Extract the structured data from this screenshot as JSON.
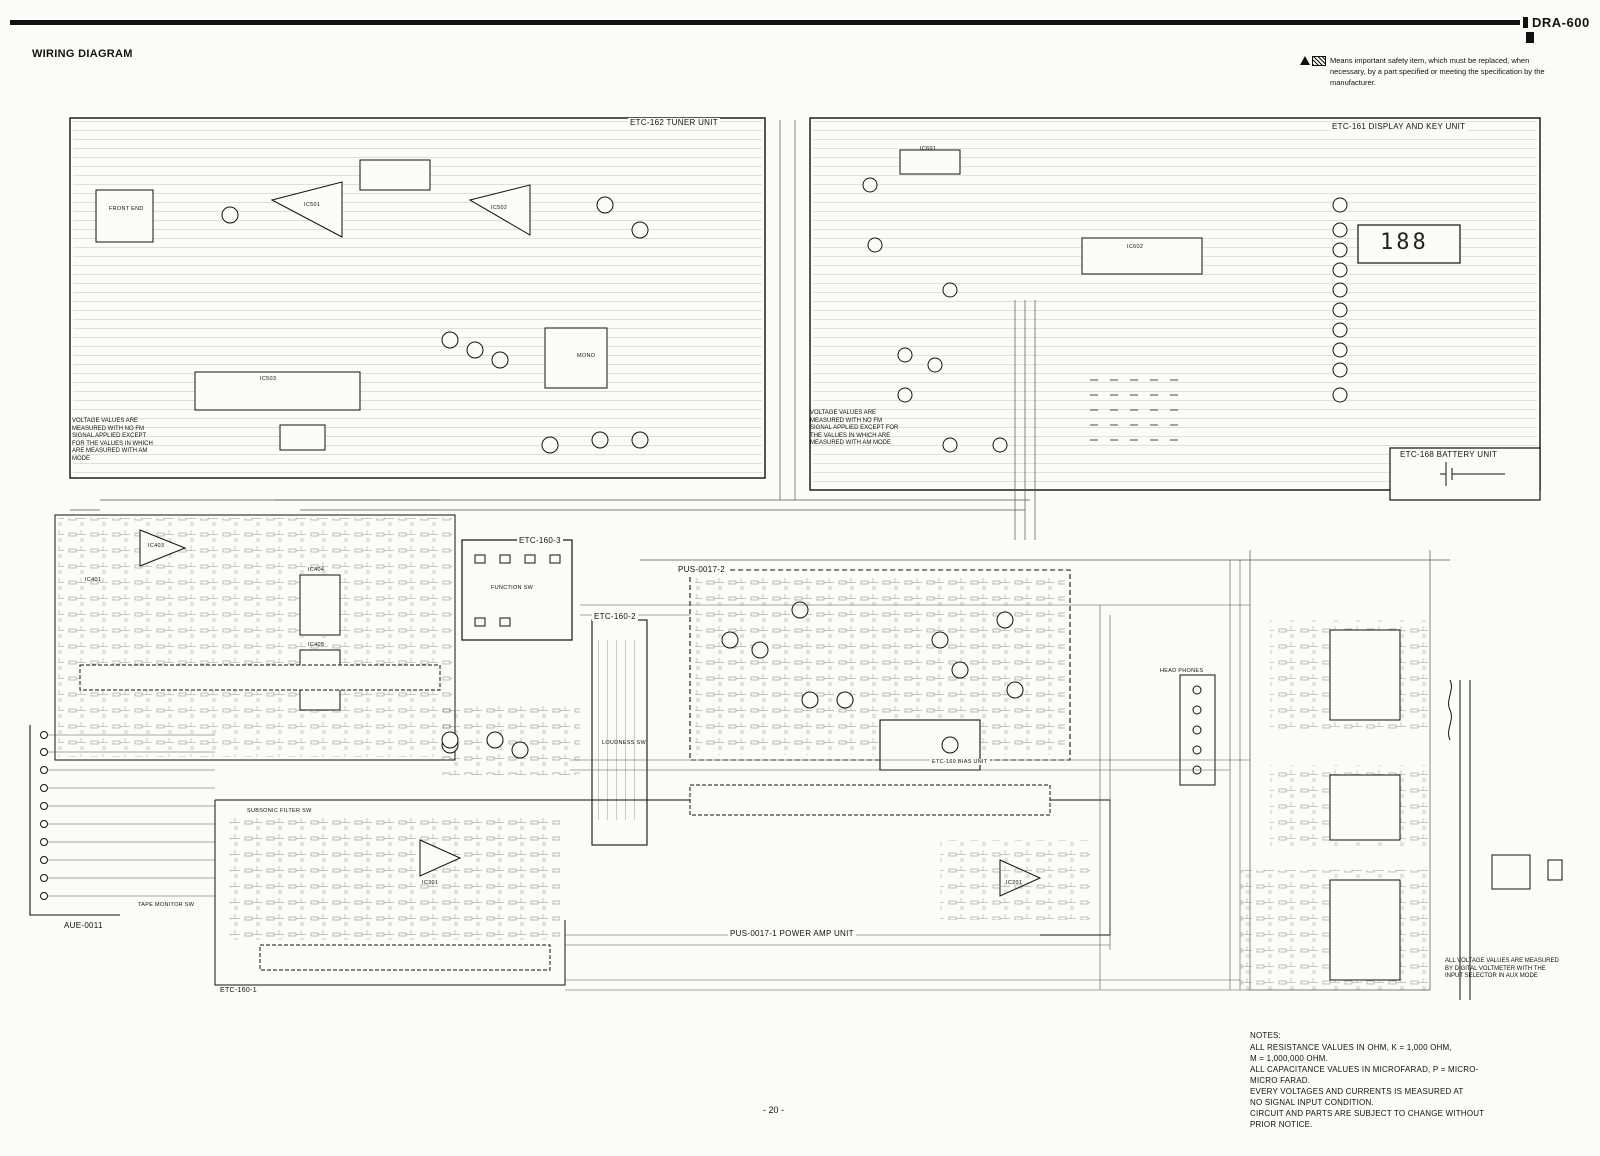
{
  "header": {
    "model": "DRA-600",
    "title": "WIRING DIAGRAM"
  },
  "safety_note": "Means important safety item, which must be replaced, when necessary, by a part specified or meeting the specification by the manufacturer.",
  "units": {
    "tuner": "ETC-162 TUNER UNIT",
    "display": "ETC-161 DISPLAY AND KEY UNIT",
    "battery": "ETC-168 BATTERY UNIT",
    "etc160_3": "ETC-160-3",
    "pus0017_2": "PUS-0017-2",
    "etc160_2": "ETC-160-2",
    "pus0017_1": "PUS-0017-1 POWER AMP UNIT",
    "aue": "AUE-0011",
    "etc160_1": "ETC-160-1",
    "etc169": "ETC-169 BIAS UNIT"
  },
  "block_notes": {
    "tuner_voltage": "VOLTAGE VALUES ARE MEASURED WITH NO FM SIGNAL APPLIED EXCEPT FOR THE VALUES IN WHICH ARE MEASURED WITH AM MODE",
    "display_voltage": "VOLTAGE VALUES ARE MEASURED WITH NO FM SIGNAL APPLIED EXCEPT FOR THE VALUES IN WHICH ARE MEASURED WITH AM MODE",
    "power_voltage": "ALL VOLTAGE VALUES ARE MEASURED BY DIGITAL VOLTMETER WITH THE INPUT SELECTOR IN AUX MODE"
  },
  "components": {
    "front_end": "FRONT END",
    "ic501": "IC501",
    "ic502": "IC502",
    "ic503": "IC503",
    "ic601": "IC601",
    "ic602": "IC602",
    "ic401": "IC401",
    "ic403": "IC403",
    "ic404": "IC404",
    "ic405": "IC405",
    "ic301": "IC301",
    "ic201": "IC201",
    "display": "188",
    "function_sw": "FUNCTION SW",
    "tape_monitor_sw": "TAPE MONITOR SW",
    "subsonic_filter_sw": "SUBSONIC FILTER SW",
    "head_phones": "HEAD PHONES",
    "loudness_sw": "LOUDNESS SW",
    "mono": "MONO"
  },
  "notes": {
    "heading": "NOTES:",
    "lines": [
      "ALL RESISTANCE VALUES IN OHM, K = 1,000 OHM,",
      "M = 1,000,000 OHM.",
      "ALL CAPACITANCE VALUES IN MICROFARAD, P = MICRO-",
      "MICRO FARAD.",
      "EVERY VOLTAGES AND CURRENTS IS MEASURED AT",
      "NO SIGNAL INPUT CONDITION.",
      "CIRCUIT AND PARTS ARE SUBJECT TO CHANGE WITHOUT",
      "PRIOR NOTICE."
    ]
  },
  "page_number": "- 20 -"
}
